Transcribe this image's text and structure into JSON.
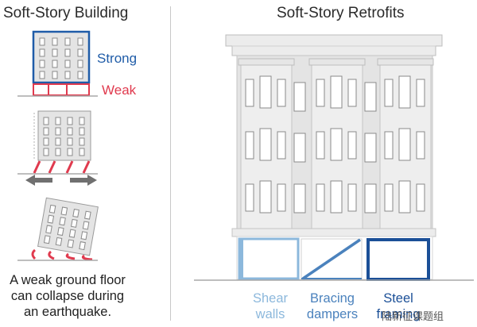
{
  "left": {
    "title": "Soft-Story Building",
    "strong_label": "Strong",
    "weak_label": "Weak",
    "caption_lines": [
      "A weak ground floor",
      "can collapse during",
      "an earthquake."
    ]
  },
  "right": {
    "title": "Soft-Story Retrofits",
    "labels": {
      "shear": [
        "Shear",
        "walls"
      ],
      "bracing": [
        "Bracing",
        "dampers"
      ],
      "steel": [
        "Steel",
        "framing"
      ]
    }
  },
  "watermark": "陆新征课题组",
  "colors": {
    "strong": "#1f5ca8",
    "weak": "#e03a4e",
    "shear": "#8cb8dc",
    "bracing": "#4b82bd",
    "steel": "#1b4f97",
    "building": "#e4e4e4",
    "window": "#ffffff",
    "outline": "#9a9a9a",
    "arrow": "#707070"
  }
}
